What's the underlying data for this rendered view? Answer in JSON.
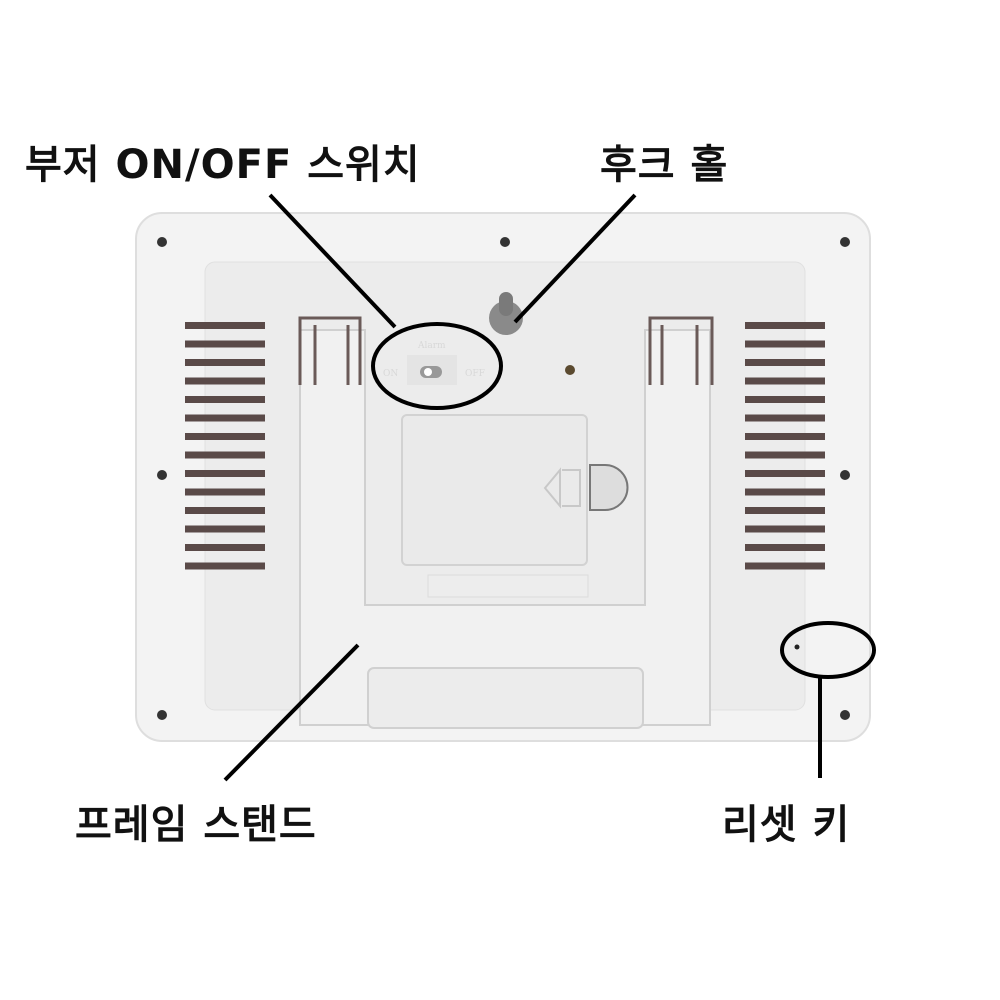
{
  "labels": {
    "buzzer_switch": "부저 ON/OFF 스위치",
    "hook_hole": "후크 홀",
    "frame_stand": "프레임 스탠드",
    "reset_key": "리셋 키"
  },
  "device": {
    "switch_title": "Alarm",
    "switch_on": "ON",
    "switch_off": "OFF"
  },
  "colors": {
    "device_body": "#f2f2f2",
    "vent_slot": "#5a4a48",
    "screw": "#333333",
    "annotation": "#000000"
  }
}
